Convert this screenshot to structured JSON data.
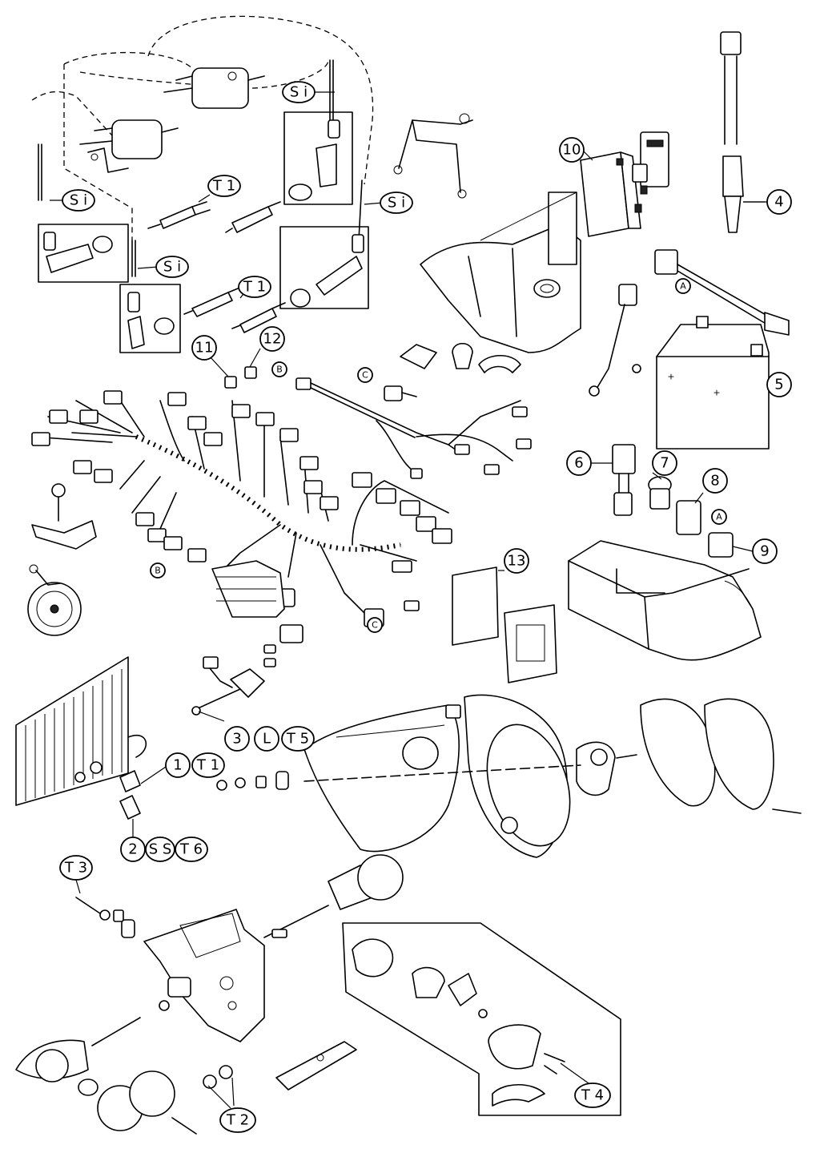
{
  "callouts": {
    "si": "S i",
    "t1": "T 1",
    "t2": "T 2",
    "t3": "T 3",
    "t4": "T 4",
    "t5": "T 5",
    "t6": "T 6",
    "l": "L",
    "ss": "S S",
    "a": "A",
    "b": "B",
    "c": "C",
    "n1": "1",
    "n2": "2",
    "n3": "3",
    "n4": "4",
    "n5": "5",
    "n6": "6",
    "n7": "7",
    "n8": "8",
    "n9": "9",
    "n10": "10",
    "n11": "11",
    "n12": "12",
    "n13": "13"
  }
}
